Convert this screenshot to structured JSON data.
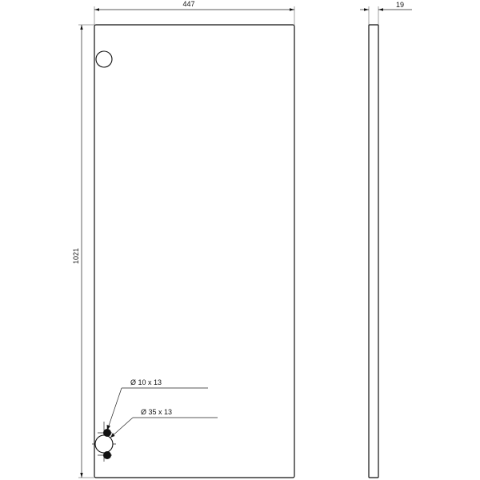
{
  "drawing": {
    "front_view": {
      "width_label": "447",
      "height_label": "1021"
    },
    "side_view": {
      "thickness_label": "19"
    },
    "callouts": {
      "small_hole_label": "Ø 10 x 13",
      "large_hole_label": "Ø 35 x 13"
    },
    "colors": {
      "line": "#111111",
      "background": "#ffffff"
    }
  }
}
